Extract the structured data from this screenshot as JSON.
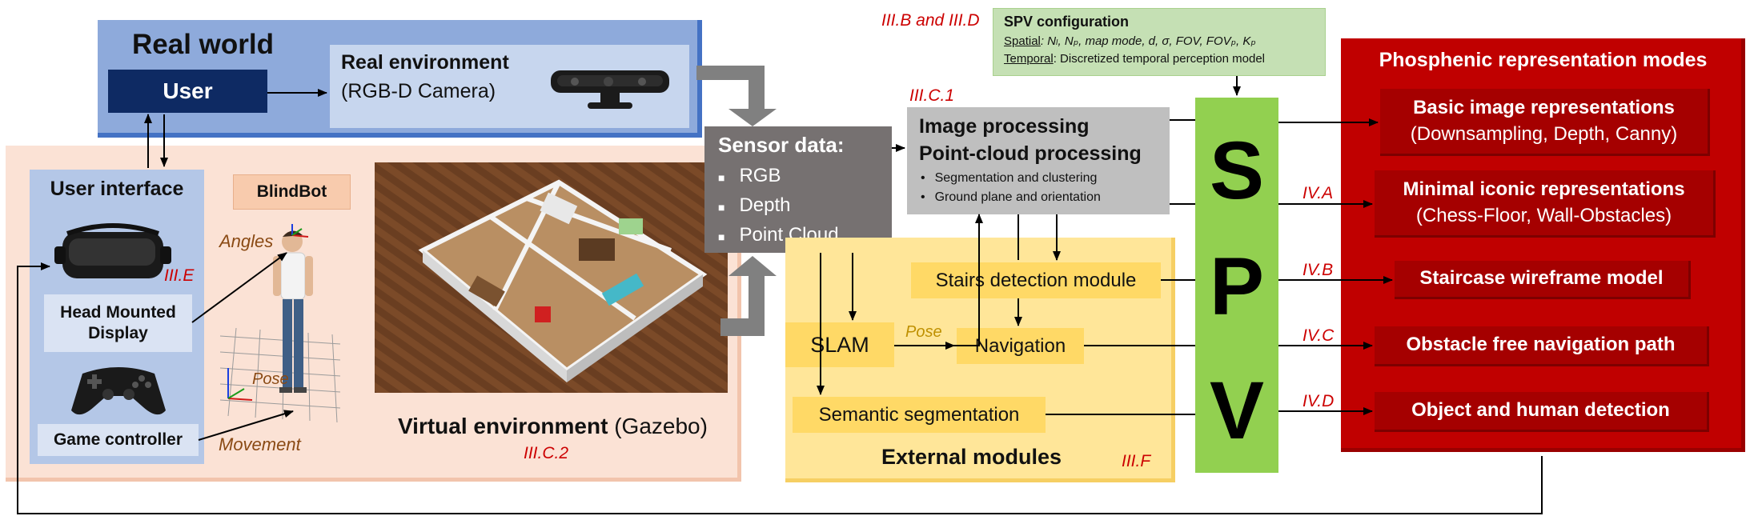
{
  "real_world": {
    "title": "Real world",
    "user_label": "User",
    "environment_title": "Real environment",
    "environment_subtitle": "(RGB-D Camera)"
  },
  "simulation": {
    "user_interface_title": "User interface",
    "hmd_label": "Head Mounted Display",
    "game_controller_label": "Game controller",
    "blindbot_label": "BlindBot",
    "angles_label": "Angles",
    "pose_label": "Pose",
    "movement_label": "Movement",
    "virtual_env_title": "Virtual environment",
    "virtual_env_engine": "(Gazebo)",
    "ref_ui": "III.E",
    "ref_virtual": "III.C.2"
  },
  "sensor": {
    "title": "Sensor data:",
    "items": [
      "RGB",
      "Depth",
      "Point Cloud"
    ]
  },
  "processing": {
    "line1": "Image processing",
    "line2": "Point-cloud processing",
    "bullets": [
      "Segmentation and clustering",
      "Ground plane and orientation"
    ],
    "ref": "III.C.1"
  },
  "external": {
    "title": "External modules",
    "ref": "III.F",
    "stairs": "Stairs detection module",
    "navigation": "Navigation",
    "slam": "SLAM",
    "semantic": "Semantic segmentation",
    "pose_label": "Pose"
  },
  "spv_config": {
    "title": "SPV configuration",
    "spatial_label": "Spatial",
    "spatial_text": ": Nₗ, Nₚ, map mode, d, σ, FOV, FOVₚ, Kₚ",
    "temporal_label": "Temporal",
    "temporal_text": ": Discretized temporal perception model",
    "ref": "III.B and III.D"
  },
  "spv": {
    "letters": [
      "S",
      "P",
      "V"
    ]
  },
  "phosphenic": {
    "title": "Phosphenic representation modes",
    "modes": [
      {
        "line1": "Basic image representations",
        "line2": "(Downsampling, Depth, Canny)"
      },
      {
        "line1": "Minimal iconic representations",
        "line2": "(Chess-Floor, Wall-Obstacles)"
      },
      {
        "line1": "Staircase wireframe model",
        "line2": ""
      },
      {
        "line1": "Obstacle free navigation path",
        "line2": ""
      },
      {
        "line1": "Object and human detection",
        "line2": ""
      }
    ],
    "refs": [
      "IV.A",
      "IV.B",
      "IV.C",
      "IV.D"
    ]
  },
  "colors": {
    "real_world_bg": "#8eaadb",
    "user_box": "#0e2a63",
    "simulation_bg": "#fbe2d5",
    "sensor_bg": "#767171",
    "external_bg": "#ffe699",
    "module_bg": "#ffd966",
    "spv_bg": "#92d050",
    "config_bg": "#c5e0b4",
    "phosphenic_bg": "#c00000",
    "mode_bg": "#a50000"
  }
}
